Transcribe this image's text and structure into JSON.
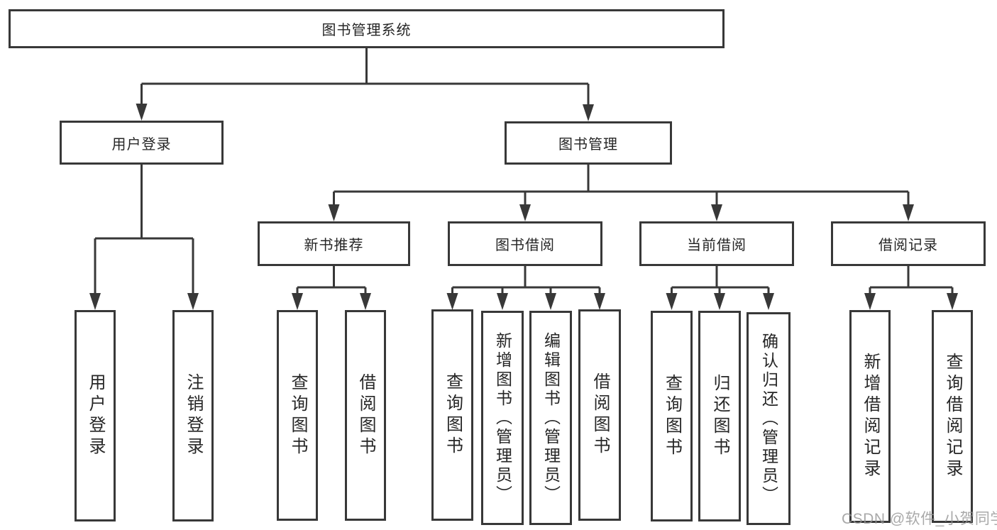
{
  "tree": {
    "root": {
      "label": "图书管理系统"
    },
    "branches": [
      {
        "label": "用户登录",
        "children": [
          {
            "label": "用户登录"
          },
          {
            "label": "注销登录"
          }
        ]
      },
      {
        "label": "图书管理",
        "children": [
          {
            "label": "新书推荐",
            "children": [
              {
                "label": "查询图书"
              },
              {
                "label": "借阅图书"
              }
            ]
          },
          {
            "label": "图书借阅",
            "children": [
              {
                "label": "查询图书"
              },
              {
                "label": "新增图书（管理员）"
              },
              {
                "label": "编辑图书（管理员）"
              },
              {
                "label": "借阅图书"
              }
            ]
          },
          {
            "label": "当前借阅",
            "children": [
              {
                "label": "查询图书"
              },
              {
                "label": "归还图书"
              },
              {
                "label": "确认归还（管理员）"
              }
            ]
          },
          {
            "label": "借阅记录",
            "children": [
              {
                "label": "新增借阅记录"
              },
              {
                "label": "查询借阅记录"
              }
            ]
          }
        ]
      }
    ]
  },
  "watermark": {
    "text": "CSDN @软件_小贺同学"
  },
  "colors": {
    "line": "#383838",
    "box_border": "#383838",
    "text": "#262626",
    "watermark": "#949494",
    "background": "#ffffff"
  }
}
